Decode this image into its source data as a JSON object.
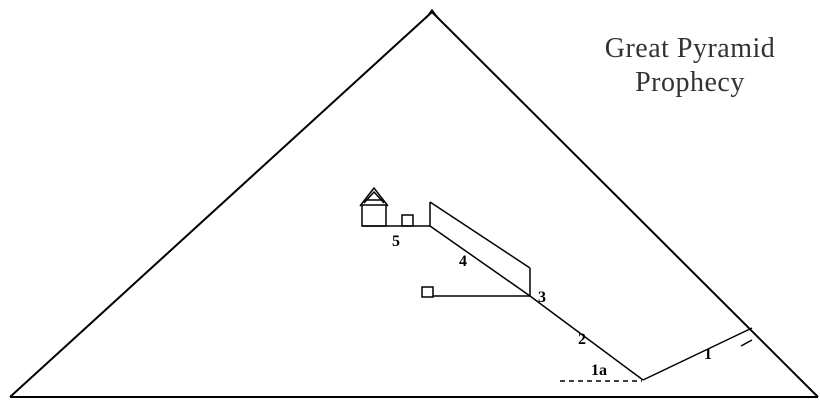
{
  "title": {
    "line1": "Great Pyramid",
    "line2": "Prophecy"
  },
  "labels": {
    "l1": "1",
    "l1a": "1a",
    "l2": "2",
    "l3": "3",
    "l4": "4",
    "l5": "5"
  },
  "colors": {
    "line": "#000000",
    "background": "#ffffff",
    "title_text": "#333333"
  }
}
